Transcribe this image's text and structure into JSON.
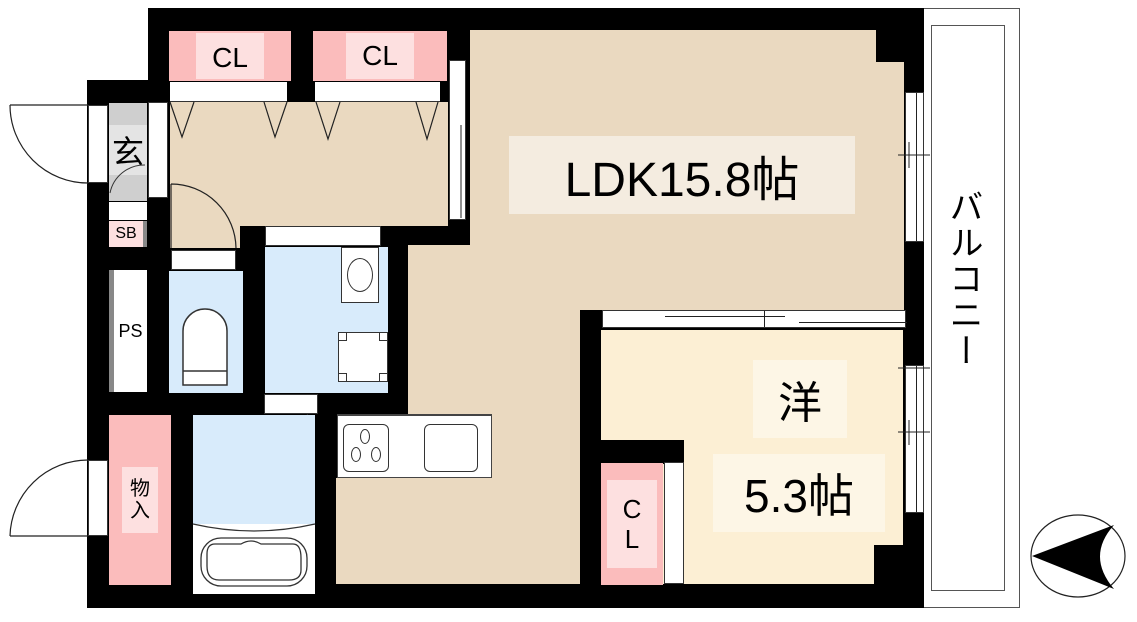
{
  "floorplan": {
    "rooms": {
      "ldk": {
        "label": "LDK15.8帖",
        "type": "LDK",
        "size_jo": 15.8
      },
      "western": {
        "label_top": "洋",
        "label_size": "5.3帖",
        "type": "洋室",
        "size_jo": 5.3
      },
      "entrance": {
        "label": "玄"
      },
      "shoe_box": {
        "label": "SB"
      },
      "pipe_space": {
        "label": "PS"
      },
      "storage": {
        "label_line1": "物",
        "label_line2": "入"
      },
      "closet_1": {
        "label": "CL"
      },
      "closet_2": {
        "label": "CL"
      },
      "closet_3": {
        "label_line1": "C",
        "label_line2": "L"
      },
      "balcony": {
        "label": "バルコニー"
      },
      "toilet": {
        "label": ""
      },
      "washroom": {
        "label": ""
      },
      "bathroom": {
        "label": ""
      },
      "kitchen": {
        "label": ""
      }
    },
    "compass": {
      "icon": "north-arrow-icon",
      "direction": "west"
    },
    "colors": {
      "wall": "#000000",
      "ldk": "#ead9c0",
      "western_room": "#fcefd4",
      "wet_area": "#d8ebfb",
      "closet": "#fbbcbc",
      "entrance": "#cfcfcf"
    }
  }
}
